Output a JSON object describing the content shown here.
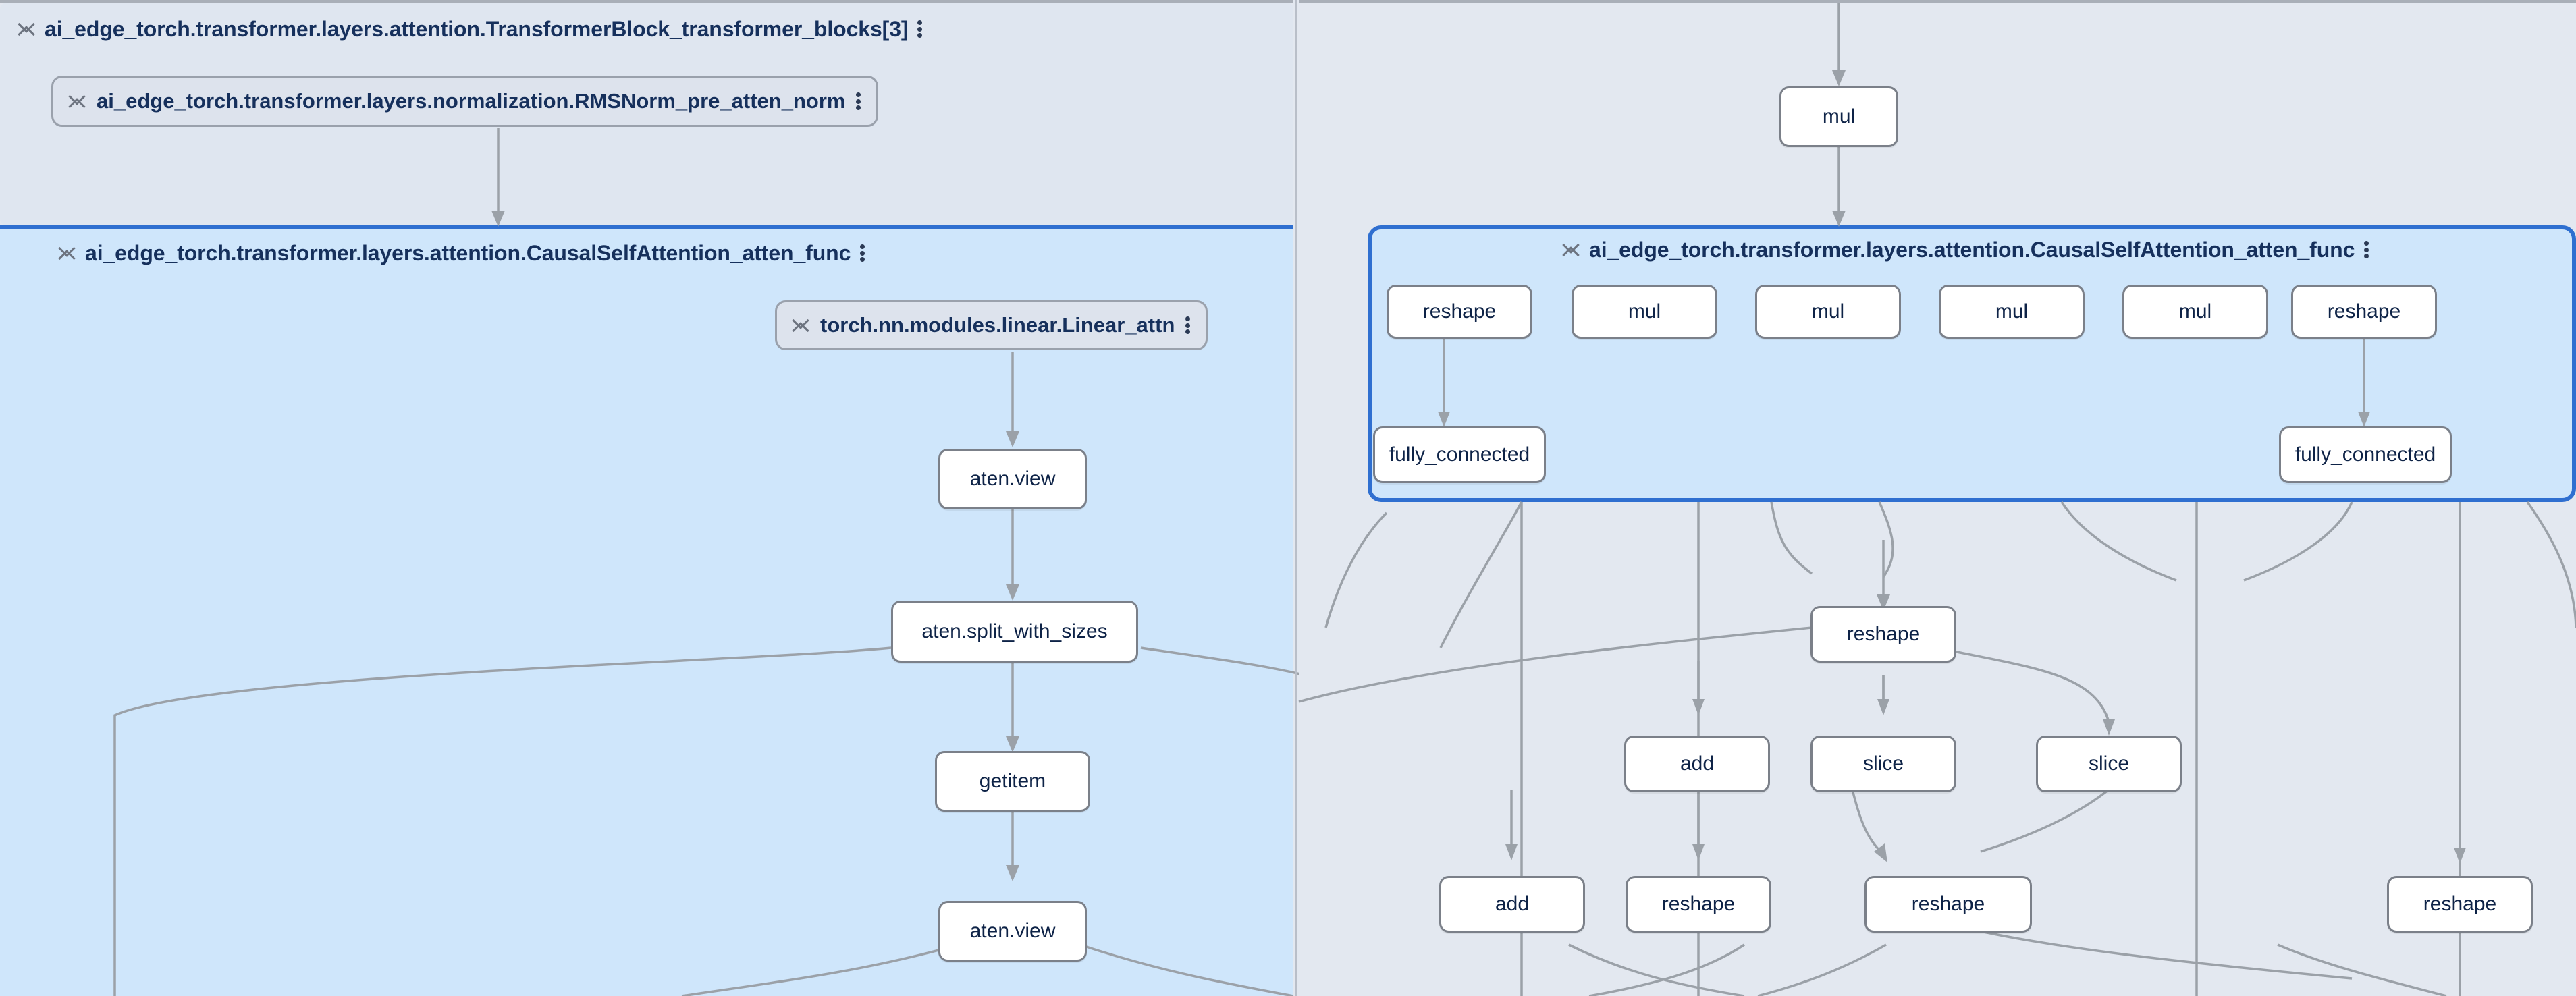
{
  "app": {
    "view": "model-graph-explorer",
    "icons": {
      "collapse": "collapse-chevrons-icon",
      "more": "more-vertical-icon"
    },
    "colors": {
      "canvas_bg": "#e3e8f0",
      "selection_fill": "#cfe6fb",
      "selection_border": "#2f6fd0",
      "node_fill": "#ffffff",
      "node_border": "#7b8089",
      "edge": "#9ba1a8",
      "text": "#16305c",
      "pill_fill": "#dde3ed"
    }
  },
  "left_panel": {
    "transformer_block": {
      "title": "ai_edge_torch.transformer.layers.attention.TransformerBlock_transformer_blocks[3]"
    },
    "rmsnorm_pill": {
      "label": "ai_edge_torch.transformer.layers.normalization.RMSNorm_pre_atten_norm"
    },
    "attention_group": {
      "title": "ai_edge_torch.transformer.layers.attention.CausalSelfAttention_atten_func"
    },
    "linear_pill": {
      "label": "torch.nn.modules.linear.Linear_attn"
    },
    "nodes": [
      {
        "label": "aten.view"
      },
      {
        "label": "aten.split_with_sizes"
      },
      {
        "label": "getitem"
      },
      {
        "label": "aten.view"
      }
    ]
  },
  "right_panel": {
    "top_node": {
      "label": "mul"
    },
    "attention_group": {
      "title": "ai_edge_torch.transformer.layers.attention.CausalSelfAttention_atten_func"
    },
    "group_row_nodes": [
      {
        "label": "reshape"
      },
      {
        "label": "mul"
      },
      {
        "label": "mul"
      },
      {
        "label": "mul"
      },
      {
        "label": "mul"
      },
      {
        "label": "reshape"
      }
    ],
    "group_bottom_nodes": [
      {
        "label": "fully_connected"
      },
      {
        "label": "fully_connected"
      }
    ],
    "below_nodes_row1": [
      {
        "label": "reshape"
      }
    ],
    "below_nodes_row2": [
      {
        "label": "add"
      },
      {
        "label": "slice"
      },
      {
        "label": "slice"
      }
    ],
    "below_nodes_row3": [
      {
        "label": "add"
      },
      {
        "label": "reshape"
      },
      {
        "label": "reshape"
      },
      {
        "label": "reshape"
      }
    ]
  }
}
